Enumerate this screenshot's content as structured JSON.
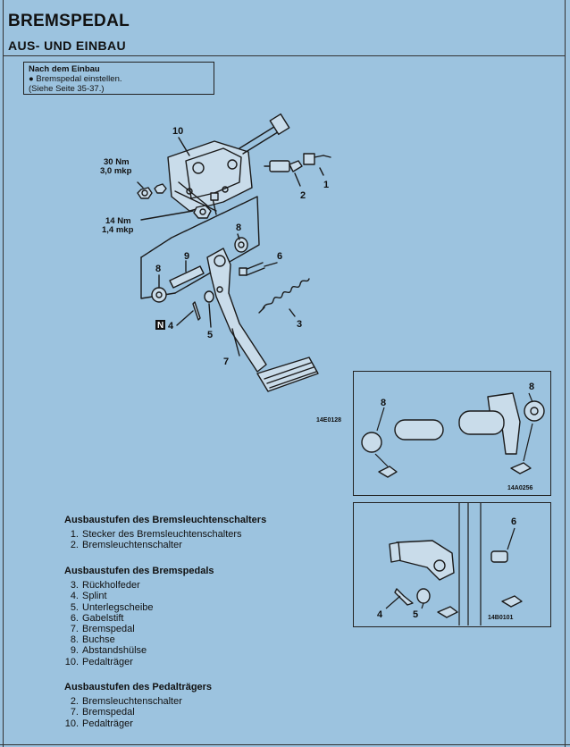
{
  "title": "BREMSPEDAL",
  "subtitle": "AUS- UND EINBAU",
  "note": {
    "title": "Nach dem Einbau",
    "bullet": "● Bremspedal einstellen.",
    "ref": "(Siehe Seite 35-37.)"
  },
  "main_diagram": {
    "torque_upper": [
      "30 Nm",
      "3,0 mkp"
    ],
    "torque_lower": [
      "14 Nm",
      "1,4 mkp"
    ],
    "callouts": [
      "1",
      "2",
      "3",
      "4",
      "5",
      "6",
      "7",
      "8",
      "8",
      "9",
      "10"
    ],
    "code": "14E0128",
    "n_badge": "N"
  },
  "detail1": {
    "callouts": [
      "8",
      "8"
    ],
    "code": "14A0256"
  },
  "detail2": {
    "callouts": [
      "4",
      "5",
      "6"
    ],
    "code": "14B0101"
  },
  "section1": {
    "heading": "Ausbaustufen des Bremsleuchtenschalters",
    "items": [
      {
        "num": "1.",
        "label": "Stecker des Bremsleuchtenschalters"
      },
      {
        "num": "2.",
        "label": "Bremsleuchtenschalter"
      }
    ]
  },
  "section2": {
    "heading": "Ausbaustufen des Bremspedals",
    "items": [
      {
        "num": "3.",
        "label": "Rückholfeder"
      },
      {
        "num": "4.",
        "label": "Splint"
      },
      {
        "num": "5.",
        "label": "Unterlegscheibe"
      },
      {
        "num": "6.",
        "label": "Gabelstift"
      },
      {
        "num": "7.",
        "label": "Bremspedal"
      },
      {
        "num": "8.",
        "label": "Buchse"
      },
      {
        "num": "9.",
        "label": "Abstandshülse"
      },
      {
        "num": "10.",
        "label": "Pedalträger"
      }
    ]
  },
  "section3": {
    "heading": "Ausbaustufen des Pedalträgers",
    "items": [
      {
        "num": "2.",
        "label": "Bremsleuchtenschalter"
      },
      {
        "num": "7.",
        "label": "Bremspedal"
      },
      {
        "num": "10.",
        "label": "Pedalträger"
      }
    ]
  }
}
